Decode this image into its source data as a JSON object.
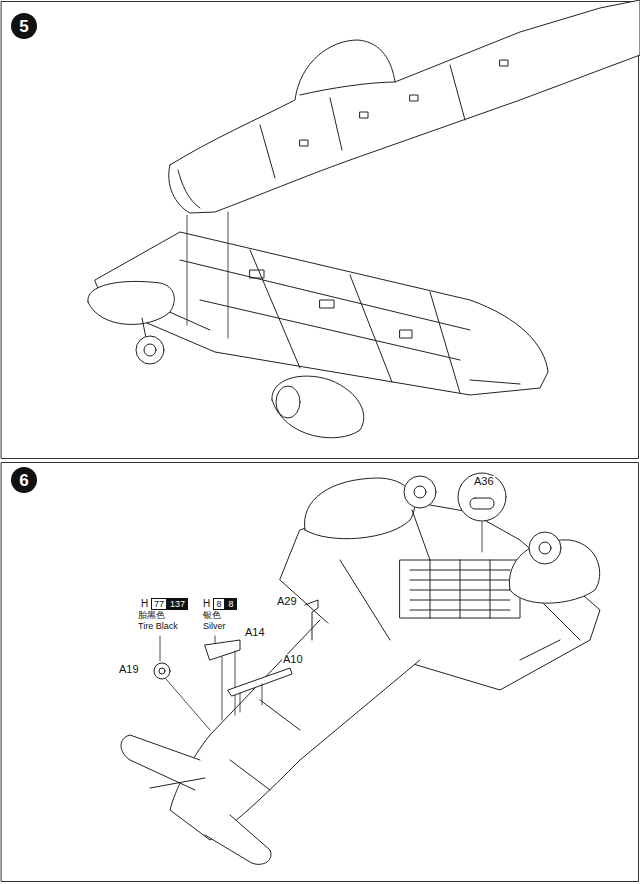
{
  "diagram": {
    "nodes": [
      {
        "text": [
          "5"
        ]
      },
      {
        "text": [
          "6"
        ]
      },
      {
        "text": [
          "77"
        ]
      },
      {
        "text": [
          "137"
        ]
      },
      {
        "text": [
          "8"
        ]
      },
      {
        "text": [
          "8"
        ]
      }
    ],
    "labels": [
      "A36",
      "A29",
      "H",
      "胎黑色",
      "Tire Black",
      "H",
      "银色",
      "Silver",
      "A14",
      "A10",
      "A19"
    ]
  }
}
